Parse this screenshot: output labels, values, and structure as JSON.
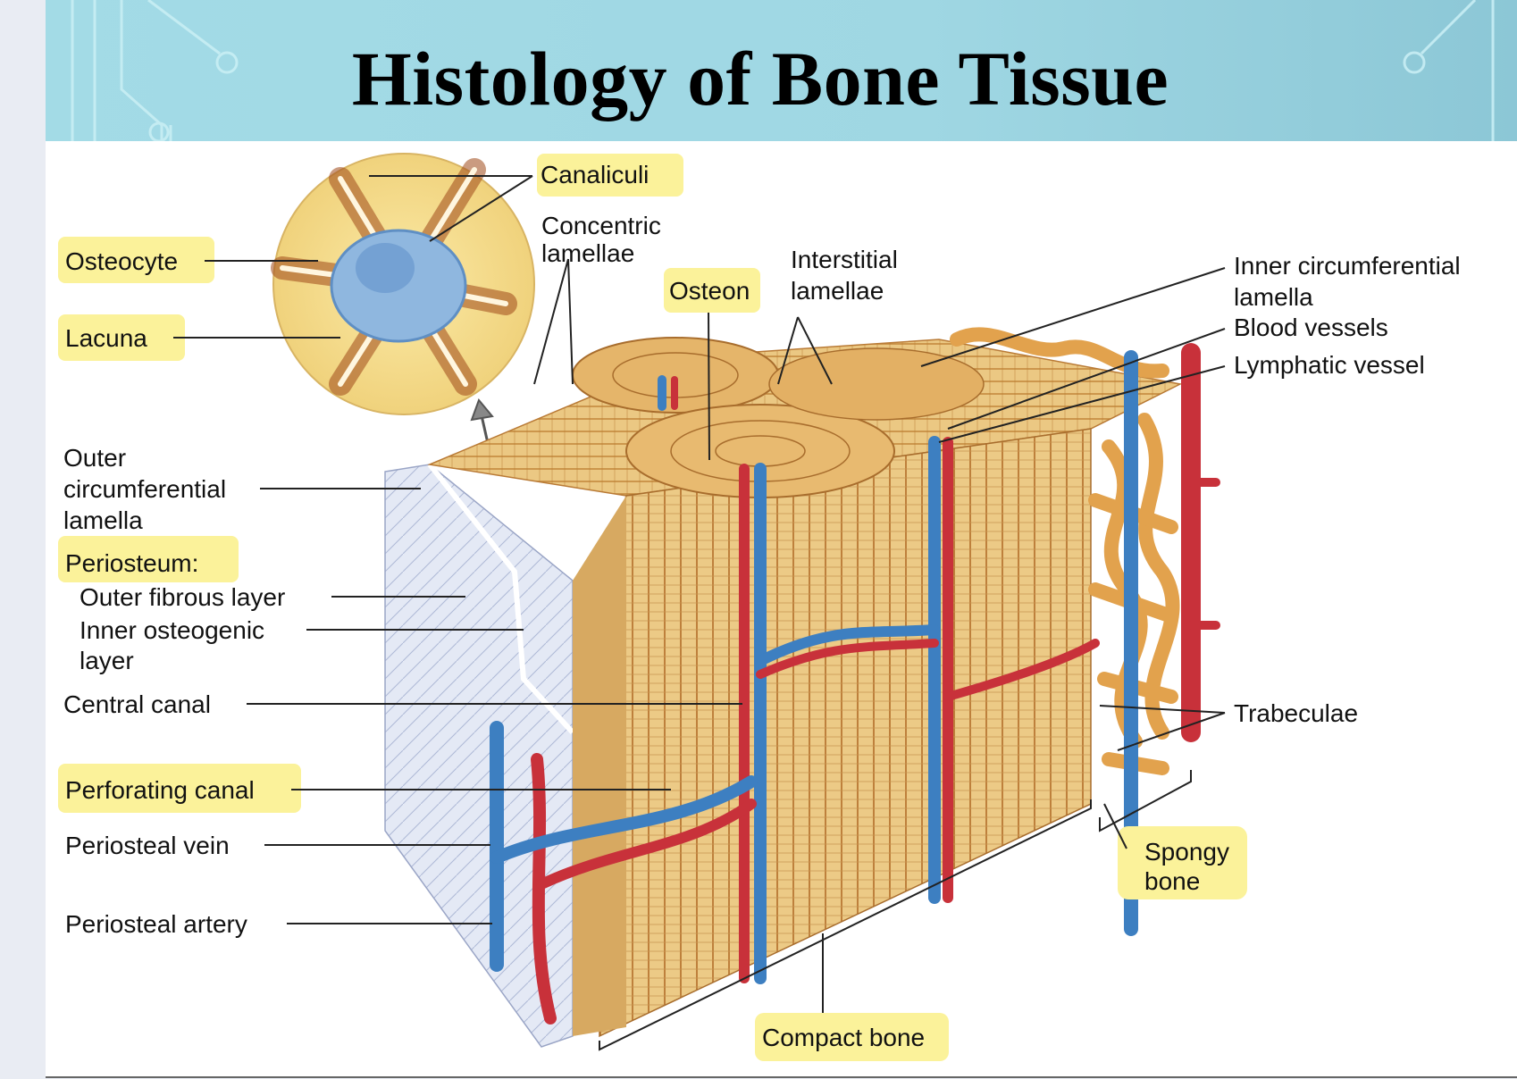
{
  "slide": {
    "title": "Histology of Bone Tissue"
  },
  "diagram": {
    "labels": {
      "canaliculi": "Canaliculi",
      "concentric_lamellae_1": "Concentric",
      "concentric_lamellae_2": "lamellae",
      "osteocyte": "Osteocyte",
      "lacuna": "Lacuna",
      "osteon": "Osteon",
      "interstitial_lamellae_1": "Interstitial",
      "interstitial_lamellae_2": "lamellae",
      "inner_circumferential_1": "Inner circumferential",
      "inner_circumferential_2": "lamella",
      "blood_vessels": "Blood vessels",
      "lymphatic_vessel": "Lymphatic vessel",
      "outer_circumferential_1": "Outer",
      "outer_circumferential_2": "circumferential",
      "outer_circumferential_3": "lamella",
      "periosteum": "Periosteum:",
      "outer_fibrous_layer": "Outer fibrous layer",
      "inner_osteogenic_1": "Inner osteogenic",
      "inner_osteogenic_2": "layer",
      "central_canal": "Central canal",
      "perforating_canal": "Perforating canal",
      "periosteal_vein": "Periosteal vein",
      "periosteal_artery": "Periosteal artery",
      "trabeculae": "Trabeculae",
      "spongy_bone_1": "Spongy",
      "spongy_bone_2": "bone",
      "compact_bone": "Compact bone"
    },
    "colors": {
      "highlight": "#fbf29a",
      "bone": "#e9c27a",
      "bone_dark": "#d59a4a",
      "artery": "#c8313a",
      "vein": "#3d7fc1",
      "periosteum": "#dfe6f4"
    }
  }
}
